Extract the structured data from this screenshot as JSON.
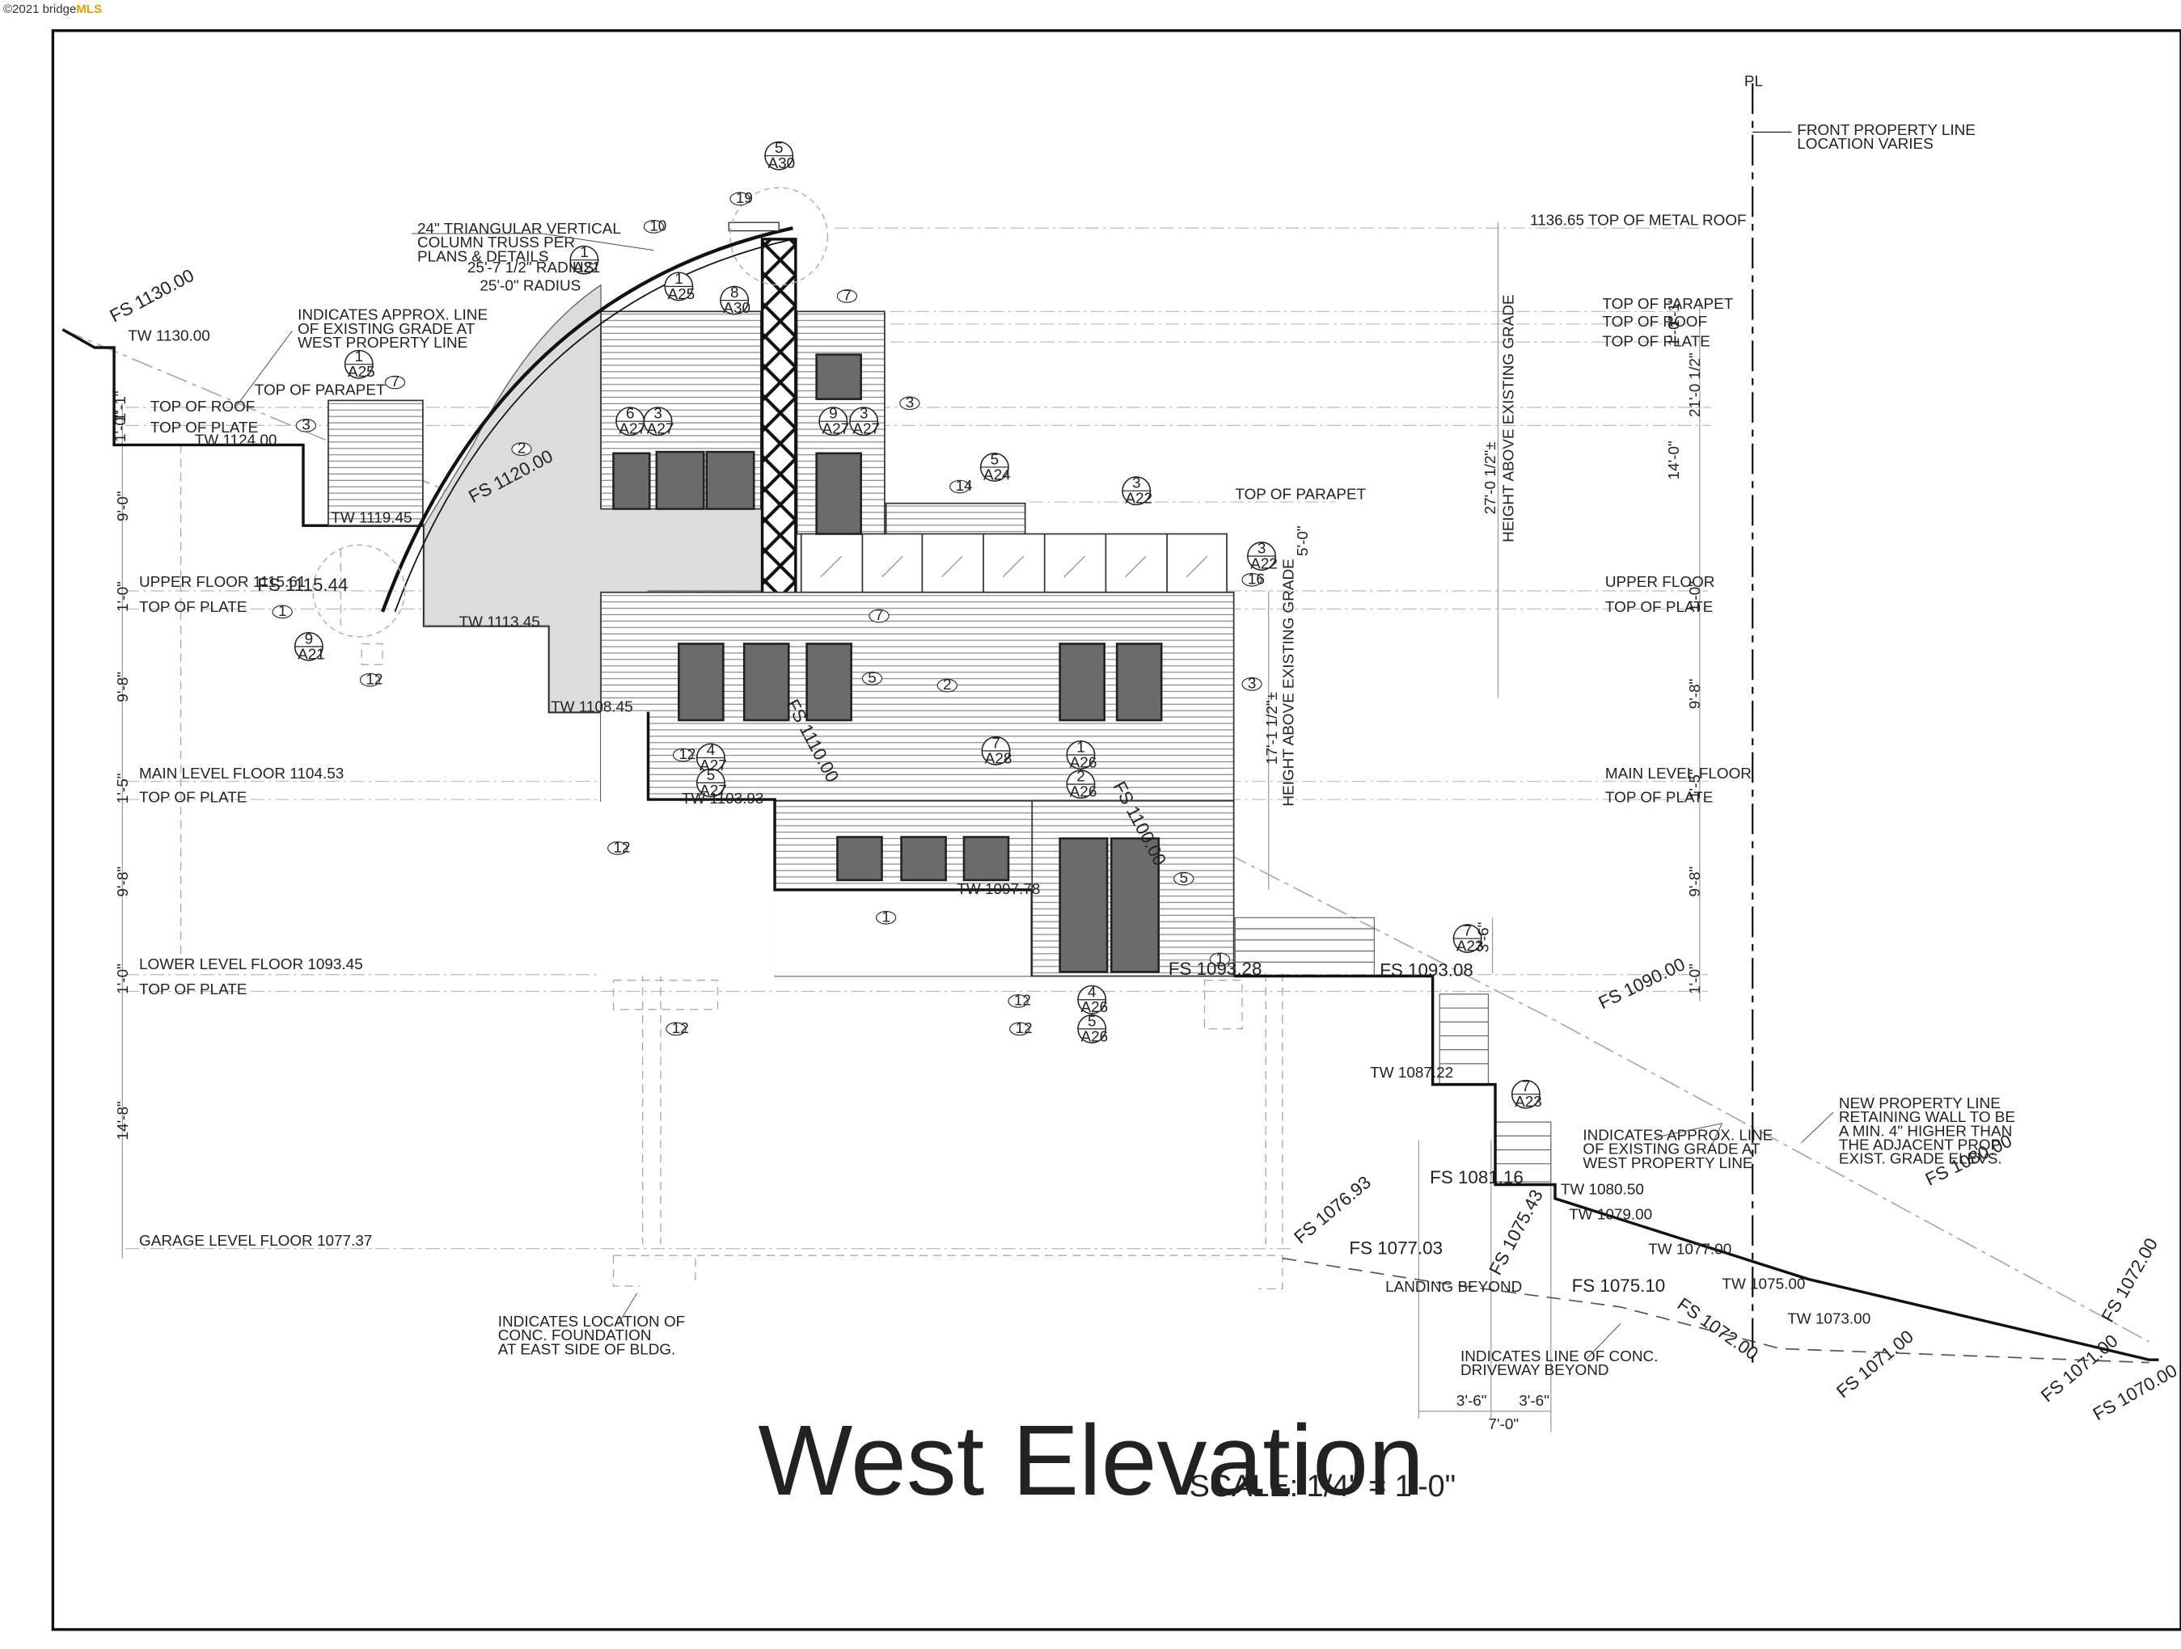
{
  "watermark": {
    "copyright": "©2021",
    "brand_prefix": "bridge",
    "brand_suffix": "MLS"
  },
  "title": "West Elevation",
  "scale": "SCALE: 1/4\" = 1'-0\"",
  "property_line_symbol": "PL",
  "level_labels": [
    {
      "text": "1136.65   TOP OF METAL ROOF"
    },
    {
      "text": "TOP OF PARAPET"
    },
    {
      "text": "TOP OF ROOF"
    },
    {
      "text": "TOP OF PLATE"
    },
    {
      "text": "TOP OF PARAPET"
    },
    {
      "text": "TOP OF ROOF"
    },
    {
      "text": "TOP OF PLATE"
    },
    {
      "text": "TOP OF PARAPET"
    },
    {
      "text": "UPPER FLOOR   1115.61"
    },
    {
      "text": "TOP OF PLATE"
    },
    {
      "text": "UPPER FLOOR"
    },
    {
      "text": "TOP OF PLATE"
    },
    {
      "text": "MAIN LEVEL FLOOR   1104.53"
    },
    {
      "text": "TOP OF PLATE"
    },
    {
      "text": "MAIN LEVEL FLOOR"
    },
    {
      "text": "TOP OF PLATE"
    },
    {
      "text": "LOWER LEVEL FLOOR   1093.45"
    },
    {
      "text": "TOP OF PLATE"
    },
    {
      "text": "GARAGE LEVEL FLOOR   1077.37"
    }
  ],
  "tw_labels": [
    "TW 1130.00",
    "TW 1124.00",
    "TW 1119.45",
    "TW 1113.45",
    "TW 1108.45",
    "TW 1103.93",
    "TW 1097.78",
    "TW 1087.22",
    "TW 1080.50",
    "TW 1079.00",
    "TW 1077.00",
    "TW 1075.00",
    "TW 1073.00"
  ],
  "fs_labels": [
    "FS 1130.00",
    "FS 1120.00",
    "FS 1115.44",
    "FS 1110.00",
    "FS 1100.00",
    "FS 1093.28",
    "FS 1093.08",
    "FS 1090.00",
    "FS 1081.16",
    "FS 1080.00",
    "FS 1076.93",
    "FS 1077.03",
    "FS 1075.43",
    "FS 1075.10",
    "FS 1072.00",
    "FS 1072.00",
    "FS 1071.00",
    "FS 1071.00",
    "FS 1070.00"
  ],
  "notes": {
    "truss": [
      "24\" TRIANGULAR VERTICAL",
      "COLUMN TRUSS PER",
      "PLANS & DETAILS"
    ],
    "radius1": "25'-7 1/2\" RADIUS",
    "radius2": "25'-0\" RADIUS",
    "grade_left": [
      "INDICATES APPROX. LINE",
      "OF EXISTING GRADE AT",
      "WEST PROPERTY LINE"
    ],
    "grade_right": [
      "INDICATES APPROX. LINE",
      "OF EXISTING GRADE AT",
      "WEST PROPERTY LINE"
    ],
    "front_pl": [
      "FRONT PROPERTY LINE",
      "LOCATION VARIES"
    ],
    "retaining": [
      "NEW PROPERTY LINE",
      "RETAINING WALL TO BE",
      "A MIN. 4\" HIGHER THAN",
      "THE ADJACENT PROP.",
      "EXIST. GRADE ELEVS."
    ],
    "foundation": [
      "INDICATES LOCATION OF",
      "CONC. FOUNDATION",
      "AT EAST SIDE OF BLDG."
    ],
    "driveway": [
      "INDICATES LINE OF CONC.",
      "DRIVEWAY BEYOND"
    ],
    "landing": "LANDING BEYOND",
    "height1": "HEIGHT ABOVE EXISTING GRADE",
    "height1_dim": "27'-0 1/2\"±",
    "height2": "HEIGHT ABOVE EXISTING GRADE",
    "height2_dim": "17'-1 1/2\"±"
  },
  "dimensions": {
    "right": [
      "1'-1\"",
      "1'-0\"",
      "21'-0 1/2\"",
      "14'-0\"",
      "1'-0\"",
      "9'-8\"",
      "1'-5\"",
      "9'-8\"",
      "1'-0\"",
      "5'-0\"",
      "3'-6\""
    ],
    "left": [
      "1'-1\"",
      "1'-0\"",
      "9'-0\"",
      "1'-0\"",
      "9'-8\"",
      "1'-5\"",
      "9'-8\"",
      "1'-0\"",
      "14'-8\""
    ],
    "bottom": [
      "3'-6\"",
      "3'-6\"",
      "7'-0\""
    ]
  },
  "detail_tags": [
    {
      "n": "5",
      "s": "A30"
    },
    {
      "n": "1",
      "s": "A21"
    },
    {
      "n": "1",
      "s": "A25"
    },
    {
      "n": "8",
      "s": "A30"
    },
    {
      "n": "1",
      "s": "A25"
    },
    {
      "n": "6",
      "s": "A27"
    },
    {
      "n": "3",
      "s": "A27"
    },
    {
      "n": "9",
      "s": "A27"
    },
    {
      "n": "3",
      "s": "A27"
    },
    {
      "n": "5",
      "s": "A24"
    },
    {
      "n": "3",
      "s": "A22"
    },
    {
      "n": "3",
      "s": "A22"
    },
    {
      "n": "9",
      "s": "A21"
    },
    {
      "n": "4",
      "s": "A27"
    },
    {
      "n": "5",
      "s": "A27"
    },
    {
      "n": "7",
      "s": "A28"
    },
    {
      "n": "1",
      "s": "A26"
    },
    {
      "n": "2",
      "s": "A26"
    },
    {
      "n": "4",
      "s": "A26"
    },
    {
      "n": "5",
      "s": "A26"
    },
    {
      "n": "7",
      "s": "A23"
    },
    {
      "n": "7",
      "s": "A23"
    }
  ],
  "keynotes": [
    "19",
    "10",
    "7",
    "7",
    "3",
    "3",
    "2",
    "14",
    "16",
    "7",
    "1",
    "12",
    "3",
    "5",
    "2",
    "12",
    "12",
    "12",
    "5",
    "1",
    "1",
    "12",
    "12"
  ]
}
